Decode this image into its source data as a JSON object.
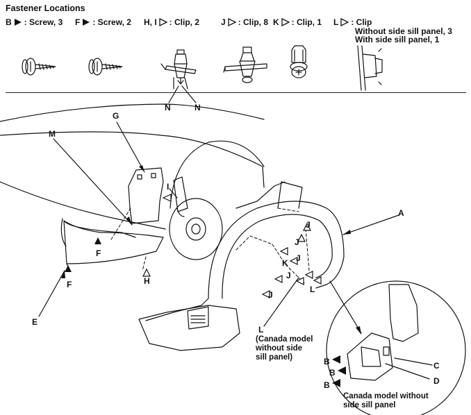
{
  "header": {
    "title": "Fastener Locations"
  },
  "fasteners": [
    {
      "letter": "B",
      "marker": "filled-triangle",
      "text": ": Screw, 3"
    },
    {
      "letter": "F",
      "marker": "filled-triangle",
      "text": ": Screw, 2"
    },
    {
      "letter": "H, I",
      "marker": "open-triangle",
      "text": ": Clip, 2"
    },
    {
      "letter": "J",
      "marker": "open-triangle",
      "text": ": Clip, 8"
    },
    {
      "letter": "K",
      "marker": "open-triangle",
      "text": ": Clip, 1"
    },
    {
      "letter": "L",
      "marker": "open-triangle",
      "text": ": Clip"
    }
  ],
  "clip_l_notes": {
    "line1": "Without side sill panel, 3",
    "line2": "With side sill panel, 1"
  },
  "callouts": {
    "N_left": "N",
    "N_right": "N",
    "G": "G",
    "M": "M",
    "I": "I",
    "A": "A",
    "F_upper": "F",
    "F_lower": "F",
    "H": "H",
    "E": "E",
    "J1": "J",
    "J2": "J",
    "J3": "J",
    "J4": "J",
    "J5": "J",
    "K": "K",
    "L_right": "L",
    "L_lower": "L",
    "B1": "B",
    "B2": "B",
    "B3": "B",
    "C": "C",
    "D": "D"
  },
  "notes": {
    "canada_l": [
      "(Canada model",
      "without side",
      "sill panel)"
    ],
    "canada_detail": [
      "Canada model without",
      "side sill panel"
    ]
  },
  "colors": {
    "ink": "#111111",
    "background": "#ffffff"
  }
}
